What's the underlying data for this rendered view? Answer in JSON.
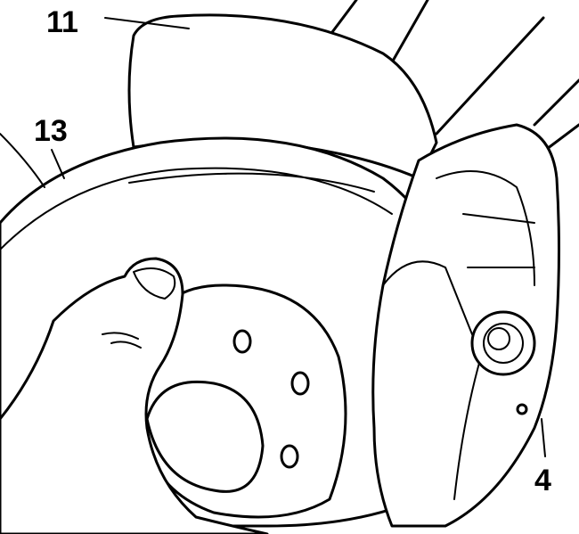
{
  "figure": {
    "labels": {
      "dust_shield": "11",
      "brake_disc": "13",
      "caliper": "4"
    }
  }
}
